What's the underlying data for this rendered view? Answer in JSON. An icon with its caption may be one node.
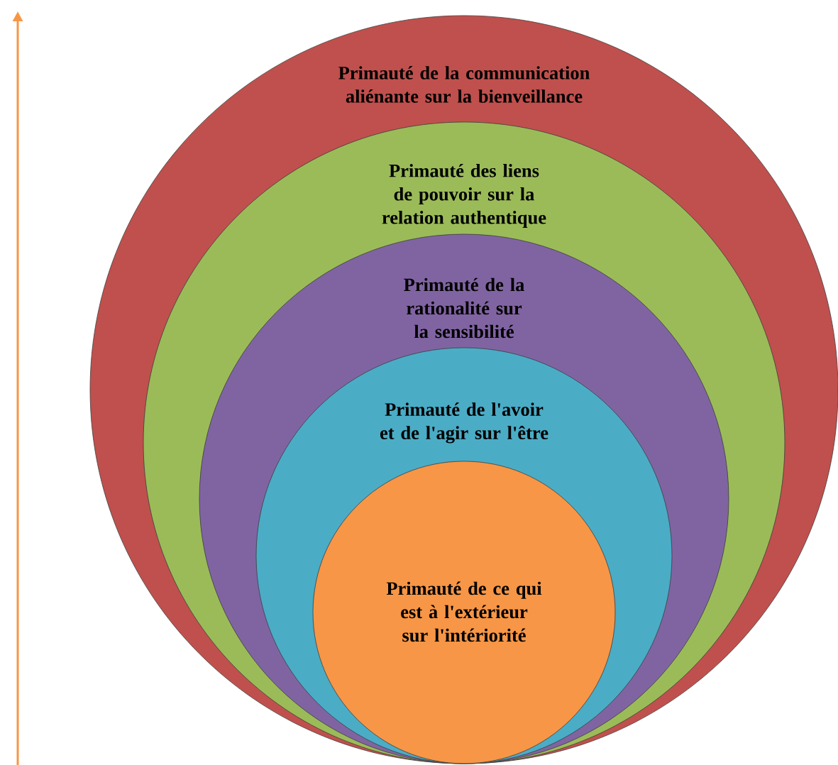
{
  "diagram": {
    "nodes": [
      {
        "text": [
          "Primauté de la communication aliénante sur la bienveillance"
        ]
      },
      {
        "text": [
          "Primauté des liens de pouvoir sur la relation authentique"
        ],
        "in": 0
      },
      {
        "text": [
          "Primauté de la rationalité sur la sensibilité"
        ],
        "in": 1
      },
      {
        "text": [
          "Primauté de l'avoir et de l'agir sur l'être"
        ],
        "in": 2
      },
      {
        "text": [
          "Primauté de ce qui est à l'extérieur sur l'intériorité"
        ],
        "in": 3
      }
    ]
  }
}
